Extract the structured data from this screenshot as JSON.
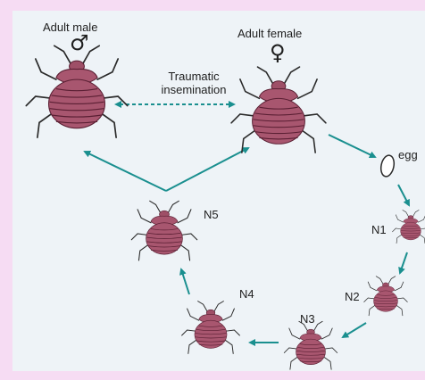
{
  "diagram": {
    "labels": {
      "adult_male": "Adult male",
      "adult_female": "Adult female",
      "male_symbol": "♂",
      "female_symbol": "♀",
      "mating_line1": "Traumatic",
      "mating_line2": "insemination",
      "egg": "egg",
      "n1": "N1",
      "n2": "N2",
      "n3": "N3",
      "n4": "N4",
      "n5": "N5"
    },
    "colors": {
      "arrow": "#1a8f8f",
      "bug_body": "#a8566f",
      "bug_segment": "#5a1f33",
      "background": "#eef3f7",
      "border": "#f6dcf3"
    }
  }
}
